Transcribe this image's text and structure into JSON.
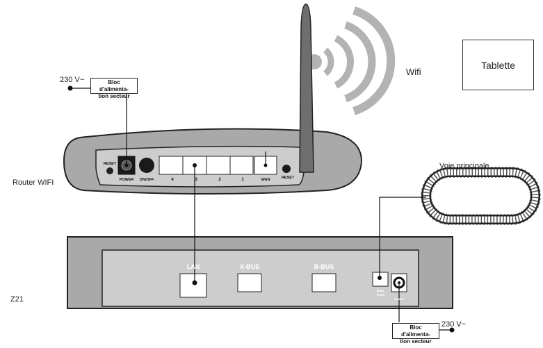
{
  "labels": {
    "wifi": "Wifi",
    "tablet": "Tablette",
    "router": "Router WIFI",
    "z21": "Z21",
    "track": "Voie principale",
    "mains_top": "230 V~",
    "mains_bottom": "230 V~",
    "psu_top_line1": "Bloc d'alimenta-",
    "psu_top_line2": "tion secteur",
    "psu_bottom_line1": "Bloc d'alimenta-",
    "psu_bottom_line2": "tion secteur"
  },
  "router": {
    "reset_left": "RESET",
    "power": "POWER",
    "on_off": "ON/OFF",
    "port_4": "4",
    "port_3": "3",
    "port_2": "2",
    "port_1": "1",
    "wan": "WAN",
    "reset_right": "RESET"
  },
  "z21": {
    "lan": "LAN",
    "xbus": "X-BUS",
    "bbus": "B-BUS",
    "main_track_1": "Main",
    "main_track_2": "Track",
    "power": "Power"
  },
  "colors": {
    "device_gray": "#a9a9a9",
    "panel_gray": "#cdcdcd",
    "wave_gray": "#b3b3b3",
    "antenna_gray": "#6e6e6e",
    "line": "#111111"
  }
}
